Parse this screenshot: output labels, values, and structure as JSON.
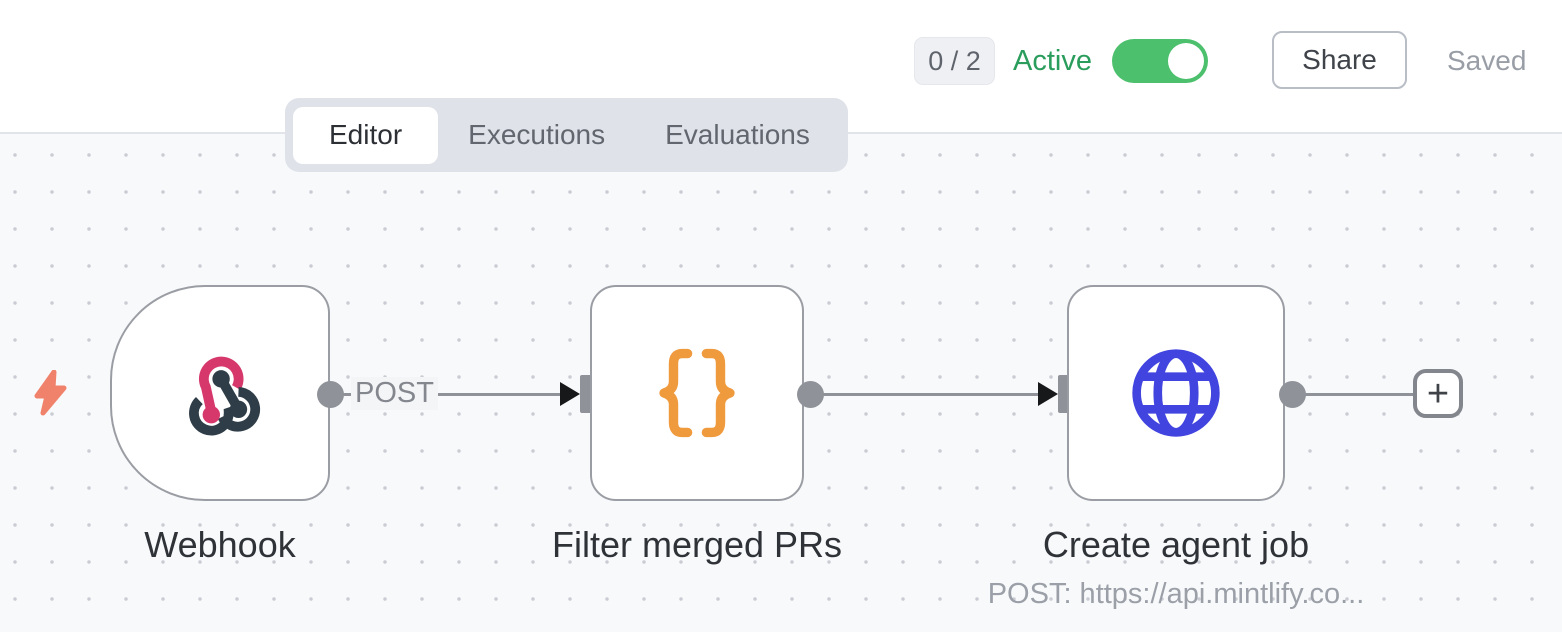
{
  "header": {
    "executions_counter": "0 / 2",
    "active_toggle_label": "Active",
    "active_toggle_state": "on",
    "share_button": "Share",
    "save_status": "Saved"
  },
  "tabs": {
    "editor": "Editor",
    "executions": "Executions",
    "evaluations": "Evaluations",
    "active_tab": "Editor"
  },
  "workflow": {
    "nodes": [
      {
        "name": "Webhook",
        "icon": "webhook-icon",
        "shape": "trigger-rounded-left"
      },
      {
        "name": "Filter merged PRs",
        "icon": "code-braces-icon",
        "shape": "square"
      },
      {
        "name": "Create agent job",
        "icon": "globe-icon",
        "shape": "square",
        "subtitle": "POST: https://api.mintlify.co..."
      }
    ],
    "edge_label": "POST",
    "add_node_button": "+"
  },
  "colors": {
    "active_green": "#2a9d5c",
    "toggle_green": "#4cc06d",
    "webhook_pink": "#d6386c",
    "webhook_slate": "#2e3d47",
    "code_orange": "#f09a3e",
    "http_blue": "#4244df",
    "bolt_coral": "#f0826c",
    "canvas_bg": "#f8f9fb",
    "node_border": "#9a9da3",
    "connector_gray": "#8f9298"
  }
}
